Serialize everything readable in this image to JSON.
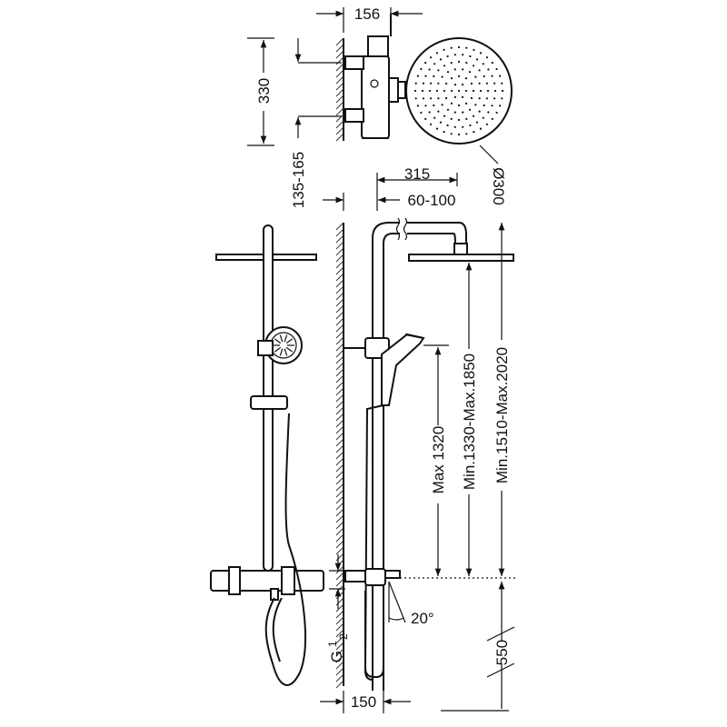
{
  "dimensions": {
    "top_width": "156",
    "height_330": "330",
    "center_range": "135-165",
    "head_diameter": "Ø300",
    "arm_length": "315",
    "arm_offset": "60-100",
    "max_1320": "Max 1320",
    "range_1330_1850": "Min.1330-Max.1850",
    "range_1510_2020": "Min.1510-Max.2020",
    "thread_g": "G",
    "thread_num": "1",
    "thread_den": "2",
    "angle": "20°",
    "length_550": "550",
    "bottom_width": "150"
  },
  "colors": {
    "line": "#111111",
    "background": "#ffffff"
  }
}
